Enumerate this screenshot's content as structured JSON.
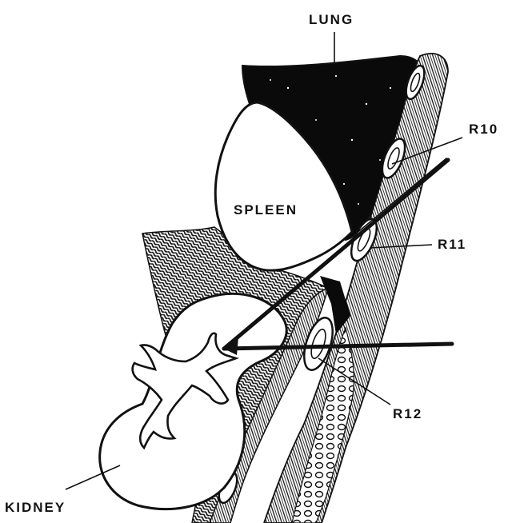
{
  "labels": {
    "lung": "LUNG",
    "spleen": "SPLEEN",
    "r10": "R10",
    "r11": "R11",
    "r12": "R12",
    "kidney": "KIDNEY"
  },
  "colors": {
    "ink": "#111111",
    "paper": "#ffffff"
  }
}
